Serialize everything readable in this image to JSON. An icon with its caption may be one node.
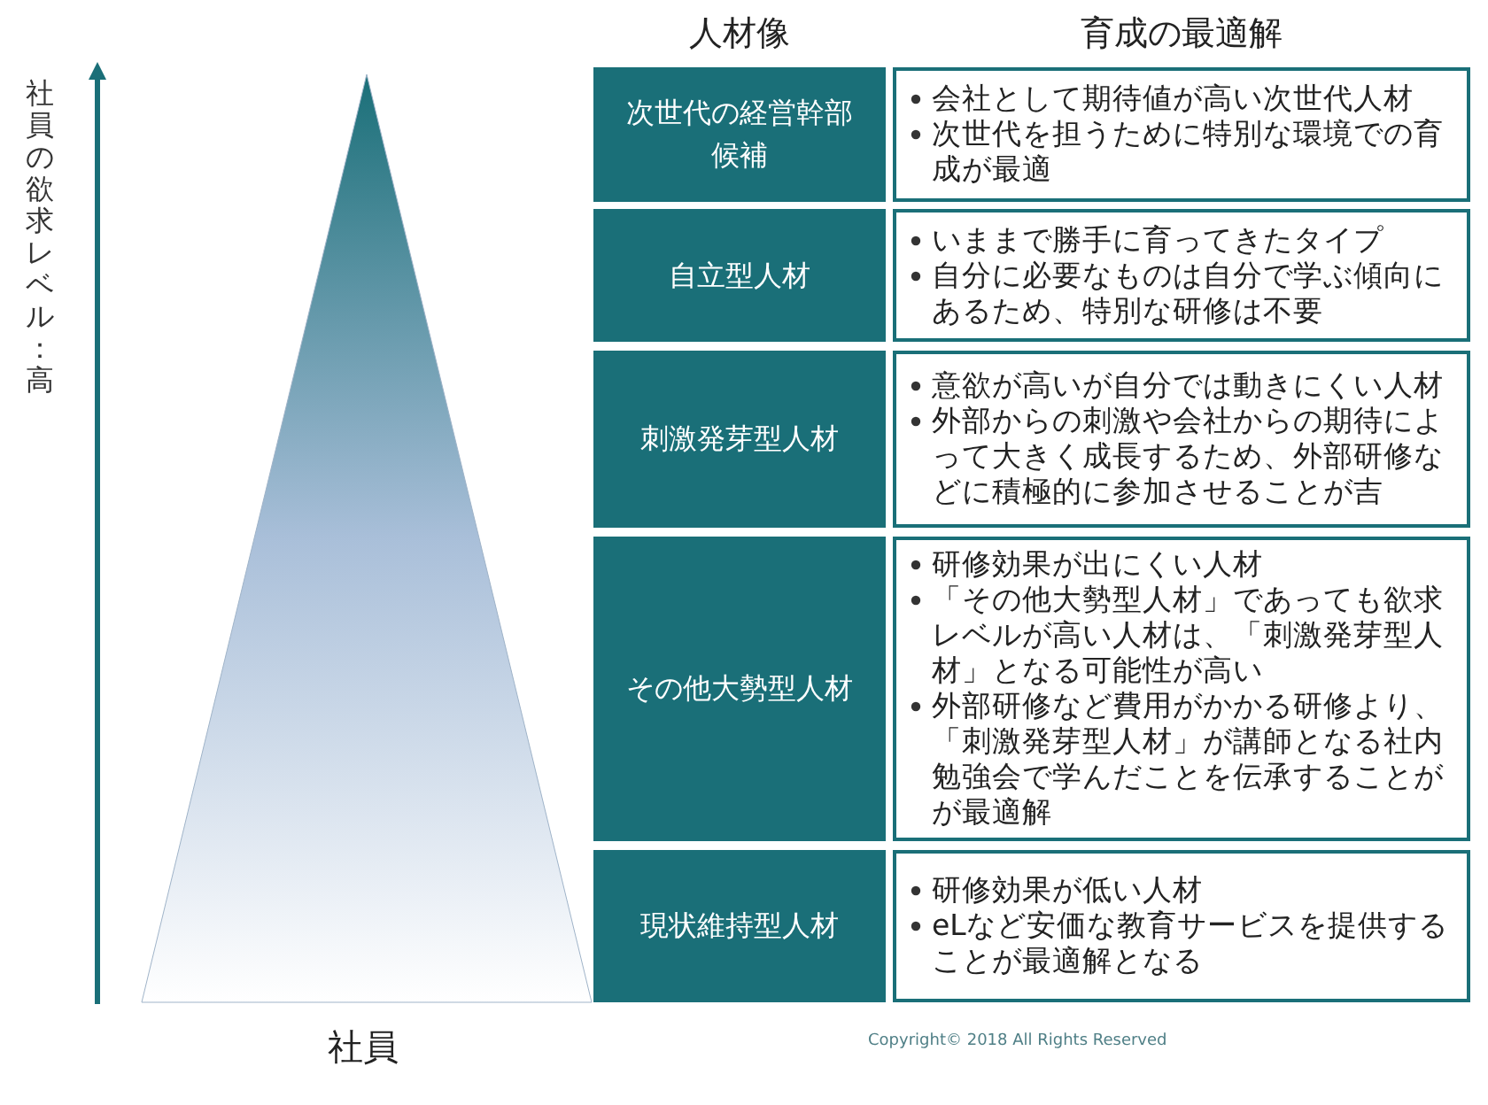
{
  "diagram": {
    "nodes": [
      {
        "text": [
          "次世代の経営幹部候補"
        ]
      },
      {
        "text": [
          "会社として期待値が高い次世代人材",
          "次世代を担うために特別な環境での育成が最適"
        ]
      },
      {
        "text": [
          "自立型人材"
        ]
      },
      {
        "text": [
          "いままで勝手に育ってきたタイプ",
          "自分に必要なものは自分で学ぶ傾向にあるため、特別な研修は不要"
        ]
      },
      {
        "text": [
          "刺激発芽型人材"
        ]
      },
      {
        "text": [
          "意欲が高いが自分では動きにくい人材",
          "外部からの刺激や会社からの期待によって大きく成長するため、外部研修などに積極的に参加させることが吉"
        ]
      },
      {
        "text": [
          "その他大勢型人材"
        ]
      },
      {
        "text": [
          "研修効果が出にくい人材",
          "「その他大勢型人材」であっても欲求レベルが高い人材は、「刺激発芽型人材」となる可能性が高い",
          "外部研修など費用がかかる研修より、「刺激発芽型人材」が講師となる社内勉強会で学んだことを伝承することがが最適解"
        ]
      },
      {
        "text": [
          "現状維持型人材"
        ]
      },
      {
        "text": [
          "研修効果が低い人材",
          "eLなど安価な教育サービスを提供することが最適解となる"
        ]
      }
    ],
    "labels": [
      "人材像",
      "育成の最適解",
      "社員の欲求レベル：高",
      "社員",
      "Copyright© 2018 All Rights Reserved"
    ]
  }
}
